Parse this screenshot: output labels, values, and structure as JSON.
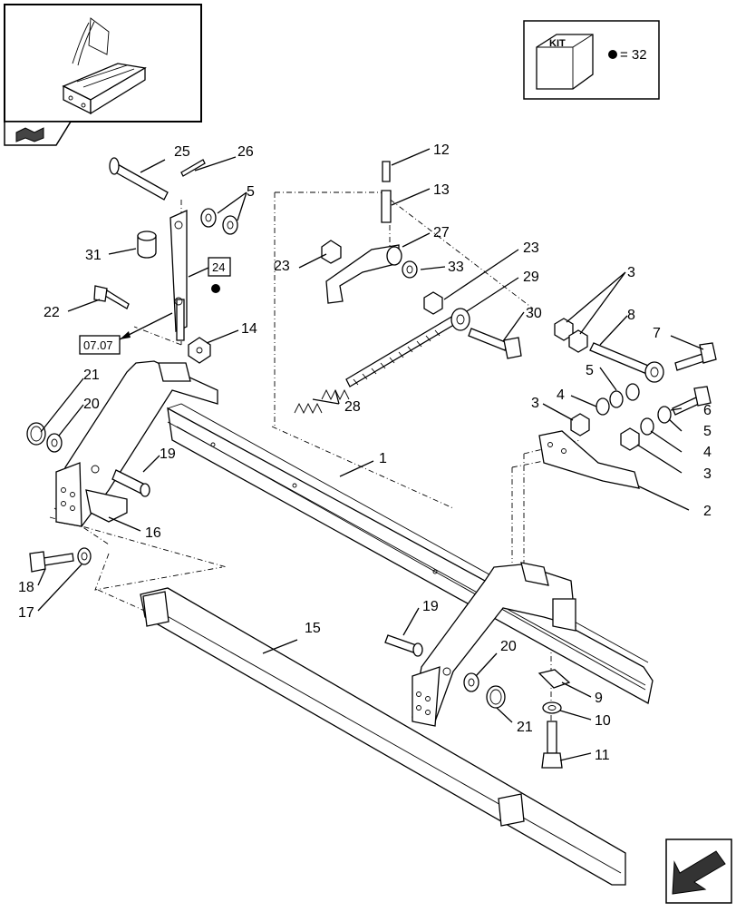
{
  "kit_box": {
    "kit_label": "KIT",
    "equals": "= 32"
  },
  "refs": {
    "ref_24": "24",
    "ref_0707": "07.07"
  },
  "callouts": [
    {
      "id": "c25",
      "text": "25"
    },
    {
      "id": "c26",
      "text": "26"
    },
    {
      "id": "c5a",
      "text": "5"
    },
    {
      "id": "c31",
      "text": "31"
    },
    {
      "id": "c22",
      "text": "22"
    },
    {
      "id": "c14",
      "text": "14"
    },
    {
      "id": "c21a",
      "text": "21"
    },
    {
      "id": "c20a",
      "text": "20"
    },
    {
      "id": "c19a",
      "text": "19"
    },
    {
      "id": "c16",
      "text": "16"
    },
    {
      "id": "c18",
      "text": "18"
    },
    {
      "id": "c17",
      "text": "17"
    },
    {
      "id": "c12",
      "text": "12"
    },
    {
      "id": "c13",
      "text": "13"
    },
    {
      "id": "c27",
      "text": "27"
    },
    {
      "id": "c23a",
      "text": "23"
    },
    {
      "id": "c33",
      "text": "33"
    },
    {
      "id": "c23b",
      "text": "23"
    },
    {
      "id": "c29",
      "text": "29"
    },
    {
      "id": "c30",
      "text": "30"
    },
    {
      "id": "c28",
      "text": "28"
    },
    {
      "id": "c1",
      "text": "1"
    },
    {
      "id": "c3a",
      "text": "3"
    },
    {
      "id": "c8",
      "text": "8"
    },
    {
      "id": "c7",
      "text": "7"
    },
    {
      "id": "c5b",
      "text": "5"
    },
    {
      "id": "c4a",
      "text": "4"
    },
    {
      "id": "c3b",
      "text": "3"
    },
    {
      "id": "c6",
      "text": "6"
    },
    {
      "id": "c5c",
      "text": "5"
    },
    {
      "id": "c4b",
      "text": "4"
    },
    {
      "id": "c3c",
      "text": "3"
    },
    {
      "id": "c2",
      "text": "2"
    },
    {
      "id": "c15",
      "text": "15"
    },
    {
      "id": "c19b",
      "text": "19"
    },
    {
      "id": "c20b",
      "text": "20"
    },
    {
      "id": "c21b",
      "text": "21"
    },
    {
      "id": "c9",
      "text": "9"
    },
    {
      "id": "c10",
      "text": "10"
    },
    {
      "id": "c11",
      "text": "11"
    }
  ]
}
